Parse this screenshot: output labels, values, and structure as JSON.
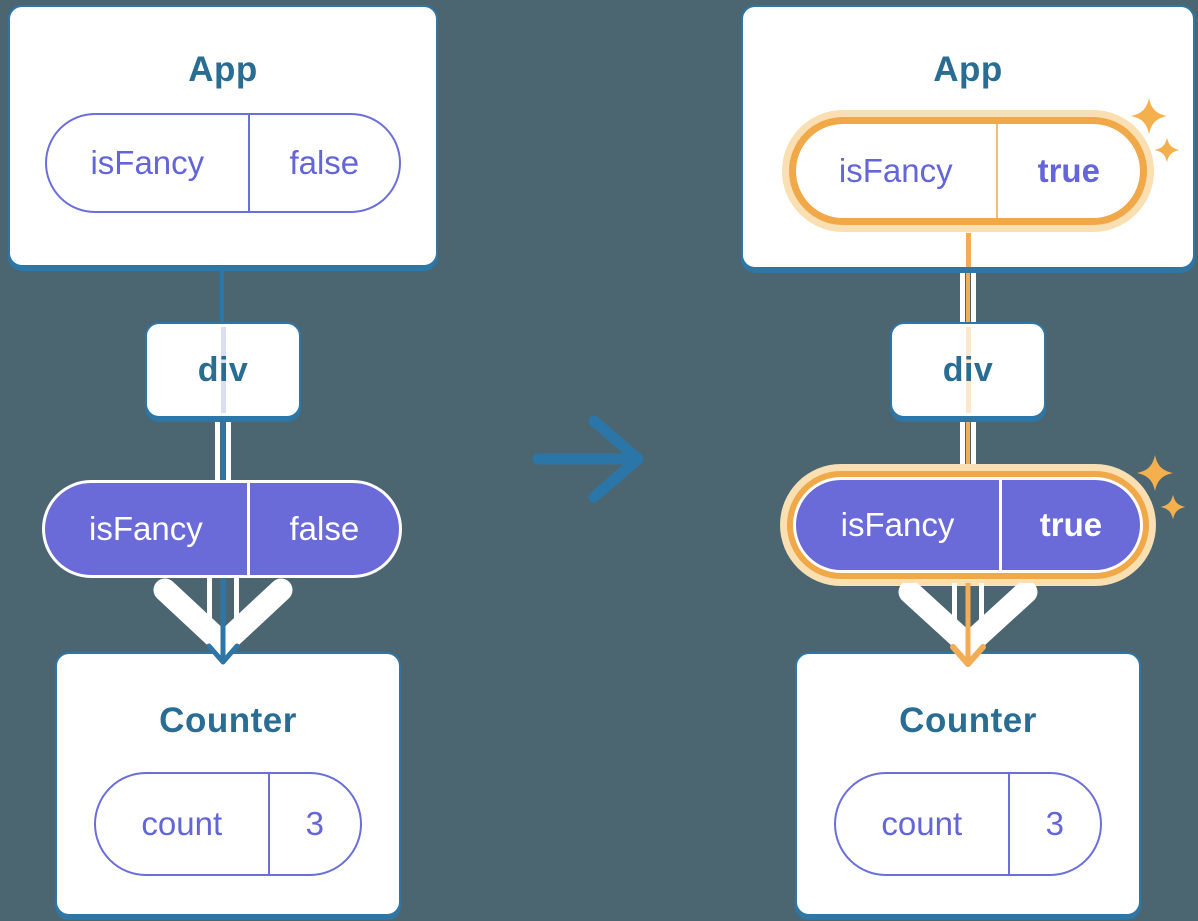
{
  "before": {
    "app": {
      "title": "App",
      "prop_name": "isFancy",
      "prop_value": "false"
    },
    "div_label": "div",
    "state_name": "isFancy",
    "state_value": "false",
    "counter": {
      "title": "Counter",
      "state_name": "count",
      "state_value": "3"
    }
  },
  "after": {
    "app": {
      "title": "App",
      "prop_name": "isFancy",
      "prop_value": "true"
    },
    "div_label": "div",
    "state_name": "isFancy",
    "state_value": "true",
    "counter": {
      "title": "Counter",
      "state_name": "count",
      "state_value": "3"
    }
  },
  "icons": {
    "transition_arrow": "right-arrow",
    "sparkles": "four-point-sparkles"
  },
  "colors": {
    "background": "#4C6671",
    "card_border_blue": "#2E76A6",
    "title_text": "#2A6D92",
    "purple_fill": "#6A6AD8",
    "purple_text": "#6365D9",
    "highlight_orange": "#F0A848",
    "highlight_glow": "#F9DFB2",
    "faded_line_lavender": "#D9DEF2",
    "faded_line_peach": "#FBE8CB"
  }
}
